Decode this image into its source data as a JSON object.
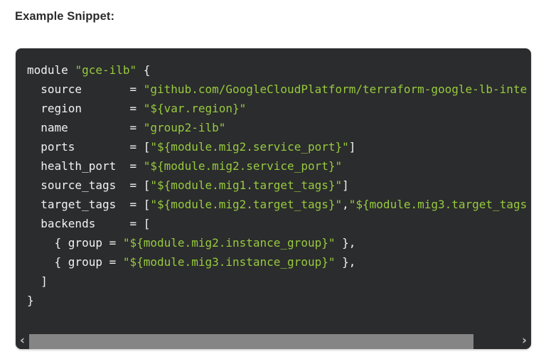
{
  "heading": {
    "text": "Example Snippet:"
  },
  "colors": {
    "page_bg": "#ffffff",
    "heading_color": "#2b2b2b",
    "code_bg": "#2b2c2d",
    "code_plain": "#f2f2f2",
    "code_string": "#97ca3f",
    "scroll_thumb": "#858585",
    "scroll_arrow": "#bdbdbd"
  },
  "code_block": {
    "language": "terraform",
    "lines": [
      {
        "segments": [
          {
            "text": "module ",
            "type": "plain"
          },
          {
            "text": "\"gce-ilb\"",
            "type": "string"
          },
          {
            "text": " {",
            "type": "plain"
          }
        ]
      },
      {
        "segments": [
          {
            "text": "  source       = ",
            "type": "plain"
          },
          {
            "text": "\"github.com/GoogleCloudPlatform/terraform-google-lb-inte",
            "type": "string"
          }
        ]
      },
      {
        "segments": [
          {
            "text": "  region       = ",
            "type": "plain"
          },
          {
            "text": "\"${var.region}\"",
            "type": "string"
          }
        ]
      },
      {
        "segments": [
          {
            "text": "  name         = ",
            "type": "plain"
          },
          {
            "text": "\"group2-ilb\"",
            "type": "string"
          }
        ]
      },
      {
        "segments": [
          {
            "text": "  ports        = ",
            "type": "plain"
          },
          {
            "text": "[",
            "type": "plain"
          },
          {
            "text": "\"${module.mig2.service_port}\"",
            "type": "string"
          },
          {
            "text": "]",
            "type": "plain"
          }
        ]
      },
      {
        "segments": [
          {
            "text": "  health_port  = ",
            "type": "plain"
          },
          {
            "text": "\"${module.mig2.service_port}\"",
            "type": "string"
          }
        ]
      },
      {
        "segments": [
          {
            "text": "  source_tags  = ",
            "type": "plain"
          },
          {
            "text": "[",
            "type": "plain"
          },
          {
            "text": "\"${module.mig1.target_tags}\"",
            "type": "string"
          },
          {
            "text": "]",
            "type": "plain"
          }
        ]
      },
      {
        "segments": [
          {
            "text": "  target_tags  = ",
            "type": "plain"
          },
          {
            "text": "[",
            "type": "plain"
          },
          {
            "text": "\"${module.mig2.target_tags}\"",
            "type": "string"
          },
          {
            "text": ",",
            "type": "plain"
          },
          {
            "text": "\"${module.mig3.target_tags",
            "type": "string"
          }
        ]
      },
      {
        "segments": [
          {
            "text": "  backends     = ",
            "type": "plain"
          },
          {
            "text": "[",
            "type": "plain"
          }
        ]
      },
      {
        "segments": [
          {
            "text": "    { group = ",
            "type": "plain"
          },
          {
            "text": "\"${module.mig2.instance_group}\"",
            "type": "string"
          },
          {
            "text": " },",
            "type": "plain"
          }
        ]
      },
      {
        "segments": [
          {
            "text": "    { group = ",
            "type": "plain"
          },
          {
            "text": "\"${module.mig3.instance_group}\"",
            "type": "string"
          },
          {
            "text": " },",
            "type": "plain"
          }
        ]
      },
      {
        "segments": [
          {
            "text": "  ]",
            "type": "plain"
          }
        ]
      },
      {
        "segments": [
          {
            "text": "}",
            "type": "plain"
          }
        ]
      }
    ]
  },
  "scrollbar": {
    "orientation": "horizontal",
    "left_arrow": "‹",
    "right_arrow": "›",
    "thumb_percent": 91
  }
}
